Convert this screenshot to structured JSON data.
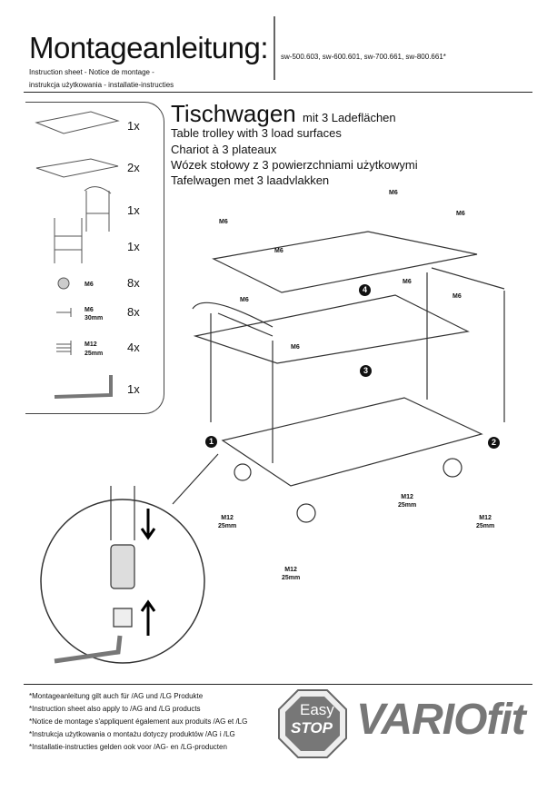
{
  "header": {
    "title": "Montageanleitung:",
    "subtitle_line1": "Instruction sheet - Notice de montage  -",
    "subtitle_line2": "instrukcja użytkowania - installatie-instructies",
    "models": "sw-500.603, sw-600.601, sw-700.661, sw-800.661*"
  },
  "parts": [
    {
      "name": "base-frame",
      "label": "",
      "qty": "1x"
    },
    {
      "name": "shelf",
      "label": "",
      "qty": "2x"
    },
    {
      "name": "handle-frame",
      "label": "",
      "qty": "1x"
    },
    {
      "name": "end-frame",
      "label": "",
      "qty": "1x"
    },
    {
      "name": "nut",
      "label": "M6",
      "label2": "",
      "qty": "8x"
    },
    {
      "name": "screw-m6",
      "label": "M6",
      "label2": "30mm",
      "qty": "8x"
    },
    {
      "name": "screw-m12",
      "label": "M12",
      "label2": "25mm",
      "qty": "4x"
    },
    {
      "name": "allen-key",
      "label": "",
      "qty": "1x"
    }
  ],
  "product": {
    "title": "Tischwagen",
    "title_suffix": "mit 3 Ladeflächen",
    "lines": [
      "Table trolley with 3 load surfaces",
      "Chariot à 3 plateaux",
      "Wózek stołowy z 3 powierzchniami użytkowymi",
      "Tafelwagen met 3 laadvlakken"
    ]
  },
  "diagram": {
    "m6": "M6",
    "m12": "M12",
    "size": "25mm",
    "steps": [
      "1",
      "2",
      "3",
      "4"
    ]
  },
  "footer": {
    "notes": [
      "*Montageanleitung gilt auch für /AG und /LG Produkte",
      "*Instruction sheet also apply to /AG and /LG products",
      "*Notice de montage s'appliquent également aux produits /AG et /LG",
      "*Instrukcja użytkowania o montażu dotyczy produktów /AG i /LG",
      "*Installatie-instructies gelden ook voor /AG- en /LG-producten"
    ],
    "logo_easy": "Easy",
    "logo_stop": "STOP",
    "brand": "VARIOfit"
  }
}
